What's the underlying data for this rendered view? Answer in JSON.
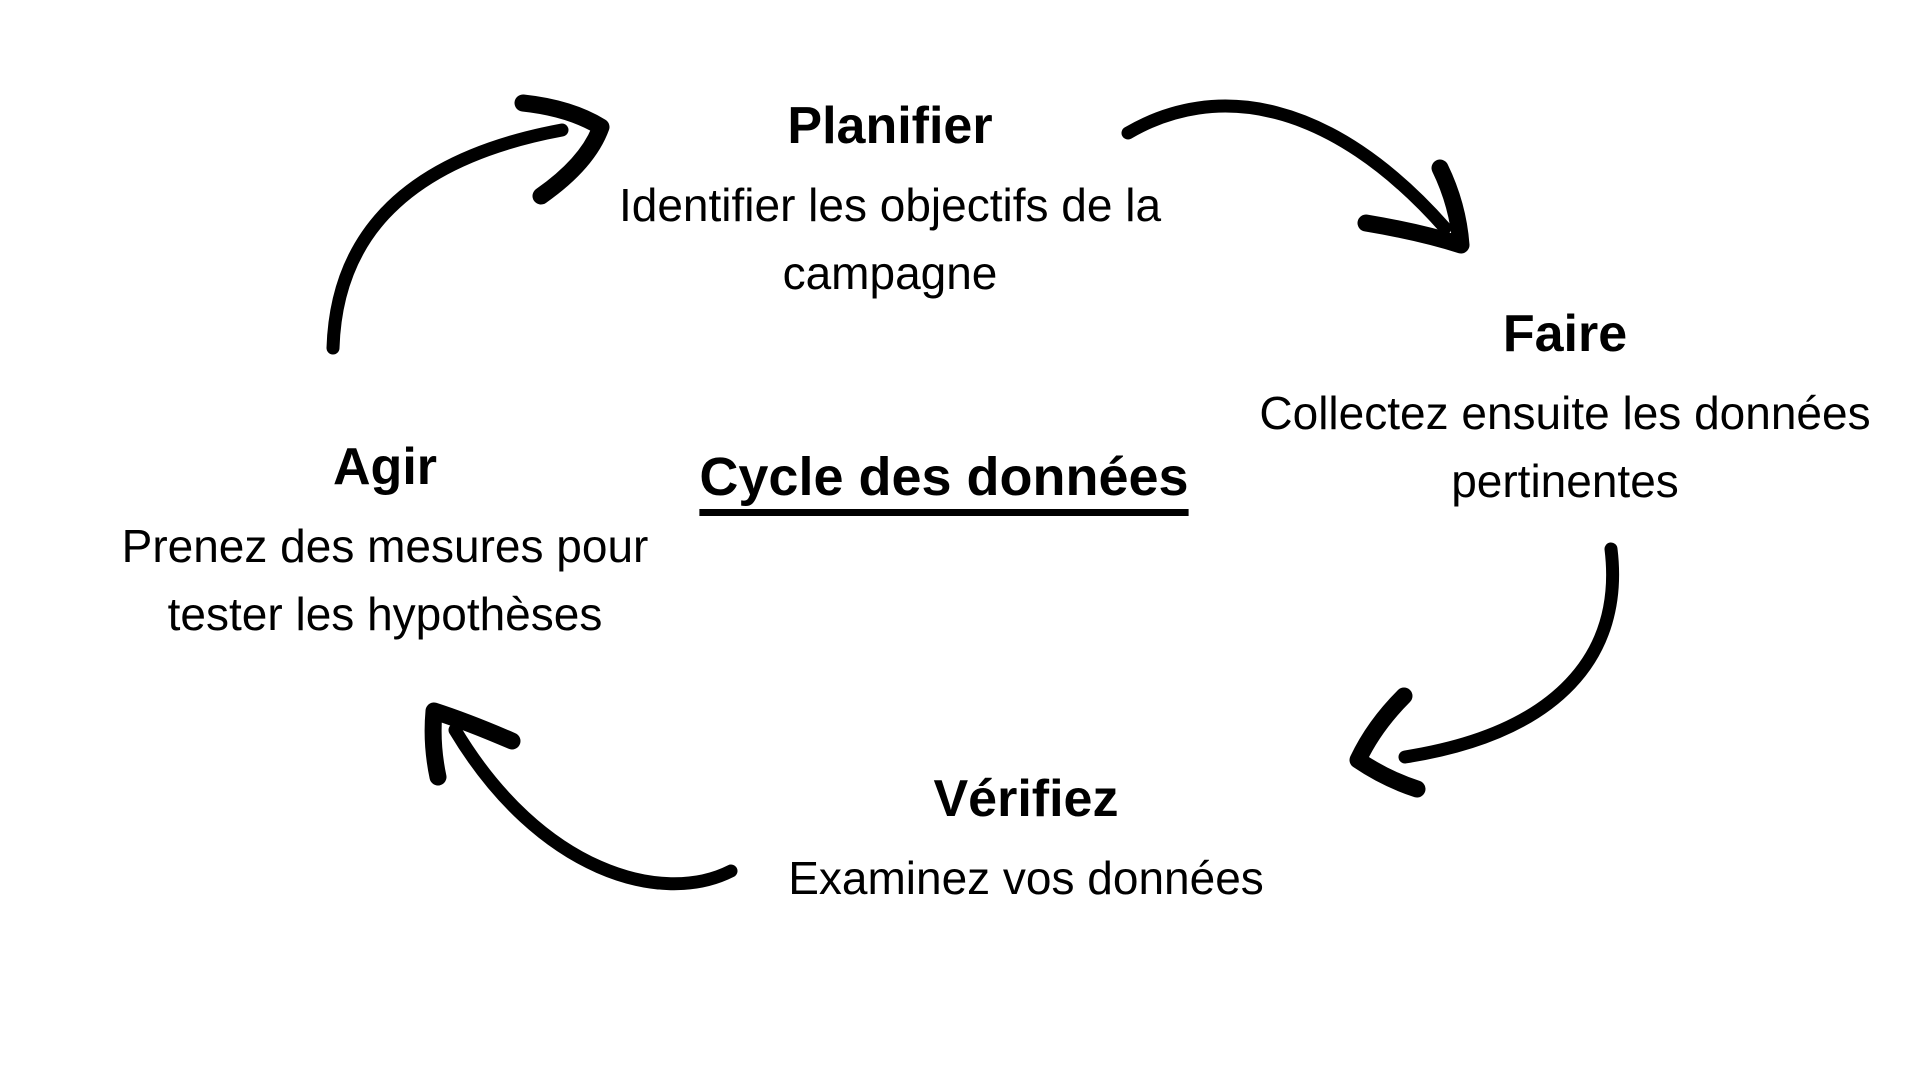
{
  "title": {
    "text": "Cycle des données"
  },
  "stages": [
    {
      "id": "planifier",
      "label": "Planifier",
      "description": "Identifier les objectifs de la campagne"
    },
    {
      "id": "faire",
      "label": "Faire",
      "description": "Collectez ensuite les données pertinentes"
    },
    {
      "id": "verifiez",
      "label": "Vérifiez",
      "description": "Examinez vos données"
    },
    {
      "id": "agir",
      "label": "Agir",
      "description": "Prenez des mesures pour tester les hypothèses"
    }
  ],
  "arrows": [
    {
      "name": "arrow-agir-to-planifier",
      "from": "Agir",
      "to": "Planifier"
    },
    {
      "name": "arrow-planifier-to-faire",
      "from": "Planifier",
      "to": "Faire"
    },
    {
      "name": "arrow-faire-to-verifiez",
      "from": "Faire",
      "to": "Vérifiez"
    },
    {
      "name": "arrow-verifiez-to-agir",
      "from": "Vérifiez",
      "to": "Agir"
    }
  ],
  "colors": {
    "background": "#ffffff",
    "text": "#000000",
    "arrow": "#000000"
  }
}
